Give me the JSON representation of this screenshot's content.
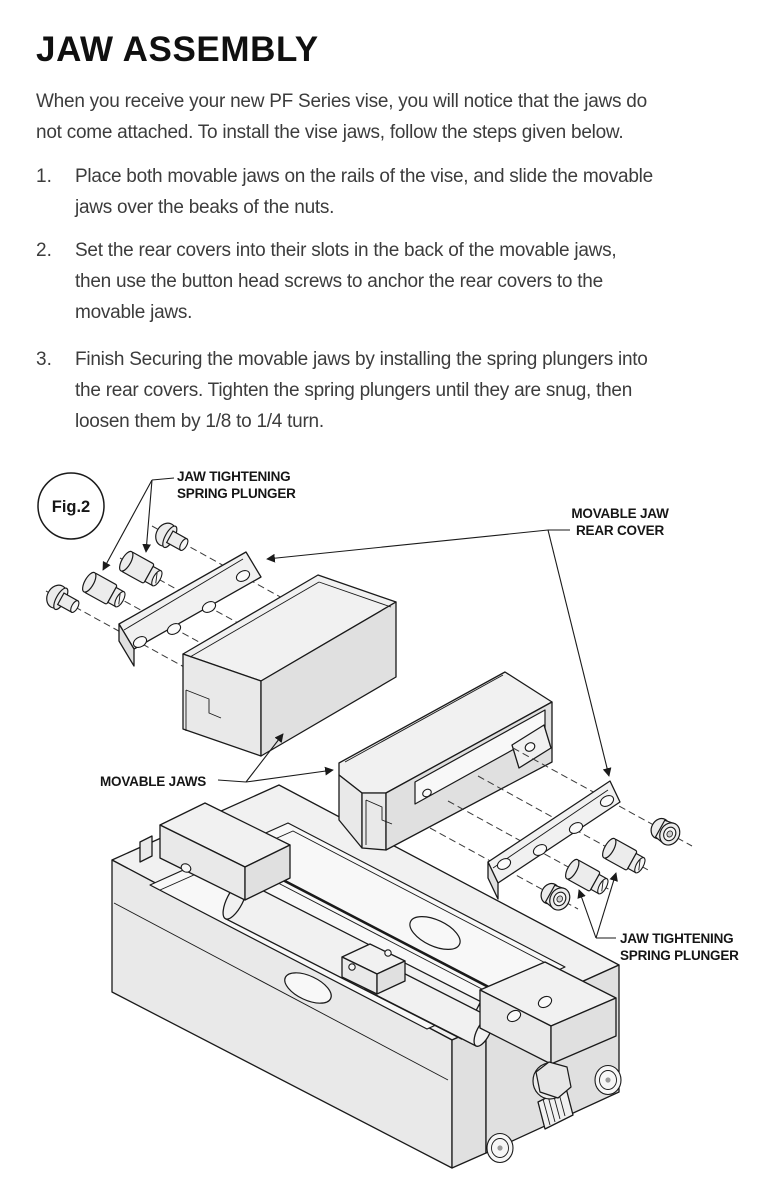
{
  "page": {
    "title": "JAW ASSEMBLY",
    "intro": {
      "lines": [
        "When you receive your new PF Series vise, you will notice that the jaws do",
        "not come attached. To install the vise jaws, follow the steps given below."
      ]
    },
    "steps": [
      {
        "num": "1.",
        "lines": [
          "Place both movable jaws on the rails of the vise, and slide the movable",
          "jaws over the beaks of the nuts."
        ]
      },
      {
        "num": "2.",
        "lines": [
          "Set the rear covers into their slots in the back of the movable jaws,",
          "then use the button head screws to anchor the rear covers to the",
          "movable jaws."
        ]
      },
      {
        "num": "3.",
        "lines": [
          "Finish Securing the movable jaws by installing the spring plungers into",
          "the rear covers. Tighten the spring plungers until they are snug, then",
          "loosen them by 1/8 to 1/4 turn."
        ]
      }
    ]
  },
  "figure": {
    "tag": "Fig.2",
    "labels": {
      "plunger_top": [
        "JAW TIGHTENING",
        "SPRING PLUNGER"
      ],
      "rear_cover": [
        "MOVABLE JAW",
        "REAR COVER"
      ],
      "movable_jaws": "MOVABLE JAWS",
      "plunger_bottom": [
        "JAW TIGHTENING",
        "SPRING PLUNGER"
      ]
    },
    "colors": {
      "line": "#1a1a1a",
      "part_fill_light": "#f1f1f1",
      "part_fill_mid": "#e9e9e9",
      "part_fill_dark": "#e0e0e0",
      "background": "#ffffff"
    }
  }
}
